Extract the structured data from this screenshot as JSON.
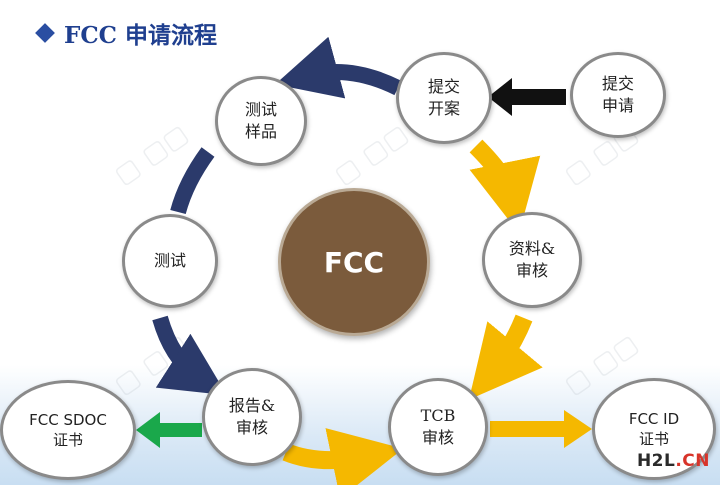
{
  "title": "FCC 申请流程",
  "center": "FCC",
  "nodes": {
    "submit_application": "提交\n申请",
    "submit_case": "提交\n开案",
    "test_samples": "测试\n样品",
    "testing": "测试",
    "report_review": "报告&\n审核",
    "document_review": "资料&\n审核",
    "tcb_review": "TCB\n审核",
    "fcc_sdoc_cert": "FCC SDOC\n证书",
    "fcc_id_cert": "FCC ID\n证书"
  },
  "logo": {
    "h2l": "H2L",
    "dot_cn": ".CN"
  },
  "colors": {
    "navy_arrow": "#2b3a6b",
    "gold_arrow": "#f5b800",
    "green_arrow": "#1aa84b",
    "black_arrow": "#111111",
    "center_fill": "#7b5b3c",
    "title": "#1f3f8f"
  }
}
